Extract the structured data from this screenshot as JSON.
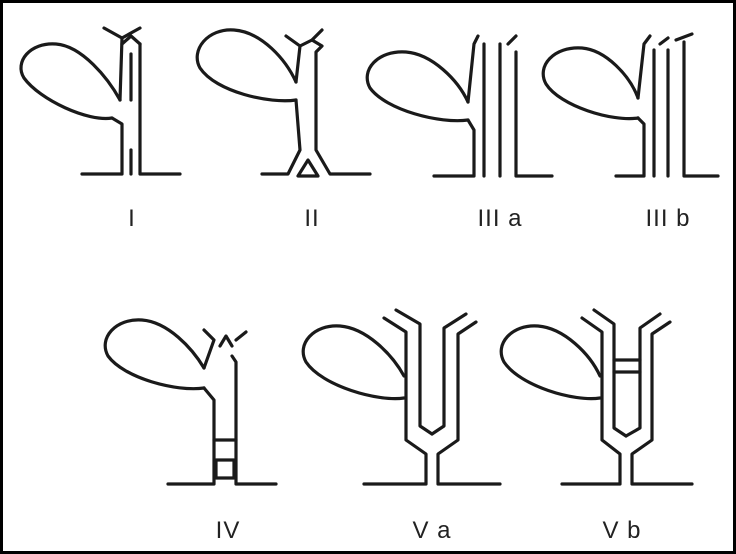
{
  "figure": {
    "labels": {
      "type_1": "I",
      "type_2": "II",
      "type_3a": "III a",
      "type_3b": "III b",
      "type_4": "IV",
      "type_5a": "V a",
      "type_5b": "V b"
    },
    "stroke_color": "#1a1a1a",
    "border_color": "#000000"
  }
}
